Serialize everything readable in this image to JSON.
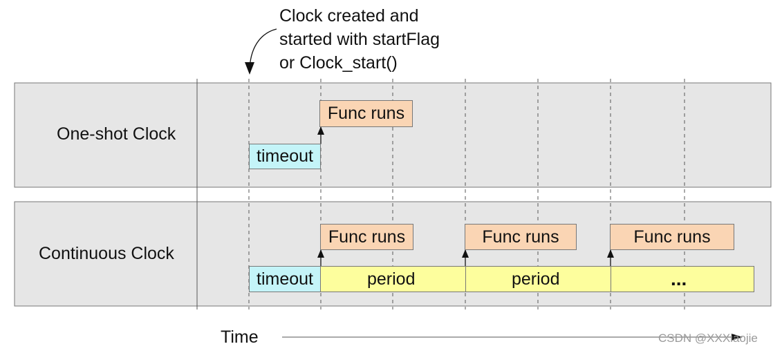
{
  "annotation": {
    "lines": [
      "Clock created and",
      "started with startFlag",
      "or Clock_start()"
    ]
  },
  "rows": {
    "one_shot": {
      "label": "One-shot Clock",
      "timeout": "timeout",
      "func": "Func runs"
    },
    "continuous": {
      "label": "Continuous Clock",
      "timeout": "timeout",
      "funcs": [
        "Func runs",
        "Func runs",
        "Func runs"
      ],
      "periods": [
        "period",
        "period"
      ],
      "ellipsis": "..."
    }
  },
  "time_axis": {
    "label": "Time"
  },
  "watermark": "CSDN @XXXiaojie",
  "colors": {
    "panel": "#e6e6e6",
    "func_box": "#fad5b4",
    "timeout_box": "#c4f4f8",
    "period_bar": "#fdfe9d"
  }
}
